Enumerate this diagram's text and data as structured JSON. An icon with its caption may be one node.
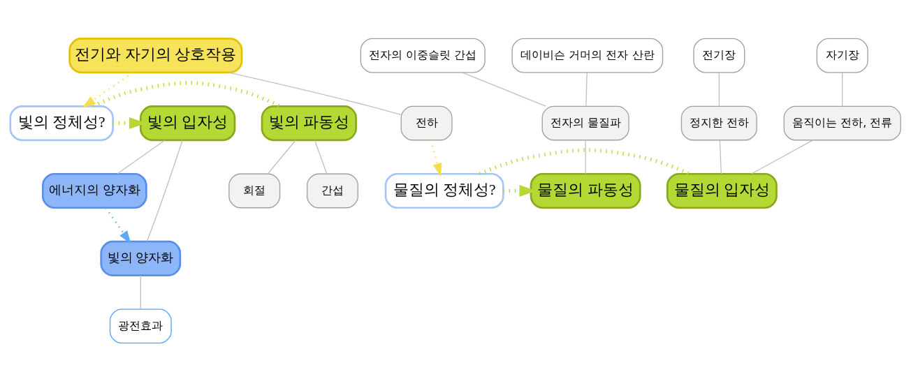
{
  "diagram": {
    "nodes": [
      {
        "text": [
          "빛의 파동성"
        ]
      },
      {
        "text": [
          "간섭"
        ]
      },
      {
        "text": [
          "회절"
        ]
      },
      {
        "text": [
          "빛의 정체성?"
        ]
      },
      {
        "text": [
          "빛의 입자성"
        ]
      },
      {
        "text": [
          "에너지의 양자화"
        ]
      },
      {
        "text": [
          "빛의 양자화"
        ]
      },
      {
        "text": [
          "광전효과"
        ]
      },
      {
        "text": [
          "전기와 자기의 상호작용"
        ]
      },
      {
        "text": [
          "전하"
        ]
      },
      {
        "text": [
          "전자의 이중슬릿 간섭"
        ]
      },
      {
        "text": [
          "데이비슨 거머의 전자 산란"
        ]
      },
      {
        "text": [
          "전자의 물질파"
        ]
      },
      {
        "text": [
          "물질의 파동성"
        ]
      },
      {
        "text": [
          "물질의 정체성?"
        ]
      },
      {
        "text": [
          "물질의 입자성"
        ]
      },
      {
        "text": [
          "전기장"
        ]
      },
      {
        "text": [
          "자기장"
        ]
      },
      {
        "text": [
          "정지한 전하"
        ]
      },
      {
        "text": [
          "움직이는 전하, 전류"
        ]
      }
    ],
    "edges": [
      {
        "from": 0,
        "to": 1,
        "arrow": "none"
      },
      {
        "from": 0,
        "to": 2,
        "arrow": "none"
      },
      {
        "from": 3,
        "to": 0,
        "arrow": "none",
        "style": "dashed",
        "color": "#b5d934"
      },
      {
        "from": 3,
        "to": 4,
        "arrow": "to",
        "style": "dashed",
        "color": "#b5d934"
      },
      {
        "from": 4,
        "to": 5,
        "arrow": "none"
      },
      {
        "from": 4,
        "to": 6,
        "arrow": "none"
      },
      {
        "from": 5,
        "to": 6,
        "arrow": "to",
        "style": "dashed",
        "color": "#5aaaf5"
      },
      {
        "from": 6,
        "to": 7,
        "arrow": "none"
      },
      {
        "from": 8,
        "to": 3,
        "arrow": "to",
        "style": "dashed",
        "color": "#f5dc4a"
      },
      {
        "from": 8,
        "to": 9,
        "arrow": "none"
      },
      {
        "from": 9,
        "to": 14,
        "arrow": "to",
        "style": "dashed",
        "color": "#f5dc4a"
      },
      {
        "from": 10,
        "to": 12,
        "arrow": "none"
      },
      {
        "from": 11,
        "to": 12,
        "arrow": "none"
      },
      {
        "from": 12,
        "to": 13,
        "arrow": "none"
      },
      {
        "from": 14,
        "to": 13,
        "arrow": "to",
        "style": "dashed",
        "color": "#b5d934"
      },
      {
        "from": 14,
        "to": 15,
        "arrow": "none",
        "style": "dashed",
        "color": "#b5d934"
      },
      {
        "from": 16,
        "to": 18,
        "arrow": "none"
      },
      {
        "from": 17,
        "to": 19,
        "arrow": "none"
      },
      {
        "from": 18,
        "to": 15,
        "arrow": "none"
      },
      {
        "from": 19,
        "to": 15,
        "arrow": "none"
      }
    ]
  }
}
